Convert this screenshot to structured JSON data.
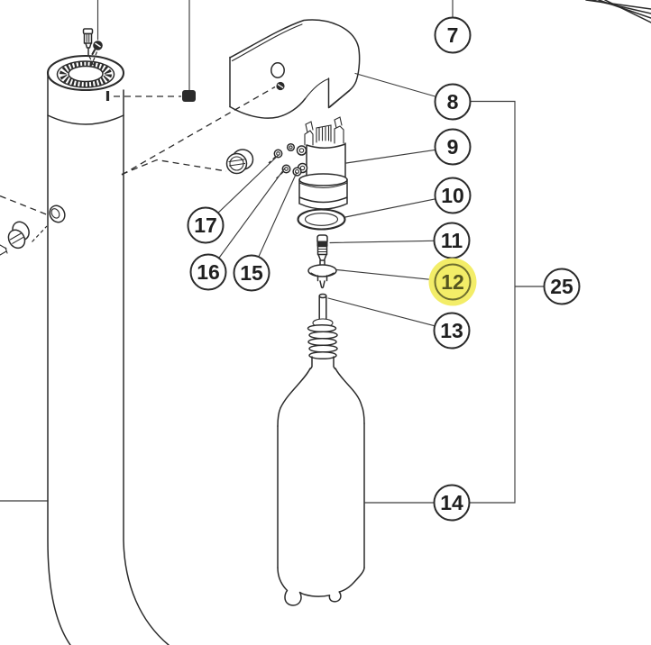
{
  "diagram": {
    "type": "exploded-parts-diagram",
    "callouts": {
      "c7": "7",
      "c8": "8",
      "c9": "9",
      "c10": "10",
      "c11": "11",
      "c12": "12",
      "c13": "13",
      "c14": "14",
      "c15": "15",
      "c16": "16",
      "c17": "17",
      "c25": "25"
    },
    "highlighted_callout": "12",
    "bracket": {
      "groups_from": "8",
      "groups_to": "14",
      "points_to": "25"
    },
    "colors": {
      "background": "#ffffff",
      "line": "#2b2b2b",
      "leader": "#3c3c3c",
      "highlight_fill": "#f3ed68",
      "highlight_ring": "#6e6e2e",
      "highlight_text": "#55551f"
    }
  }
}
